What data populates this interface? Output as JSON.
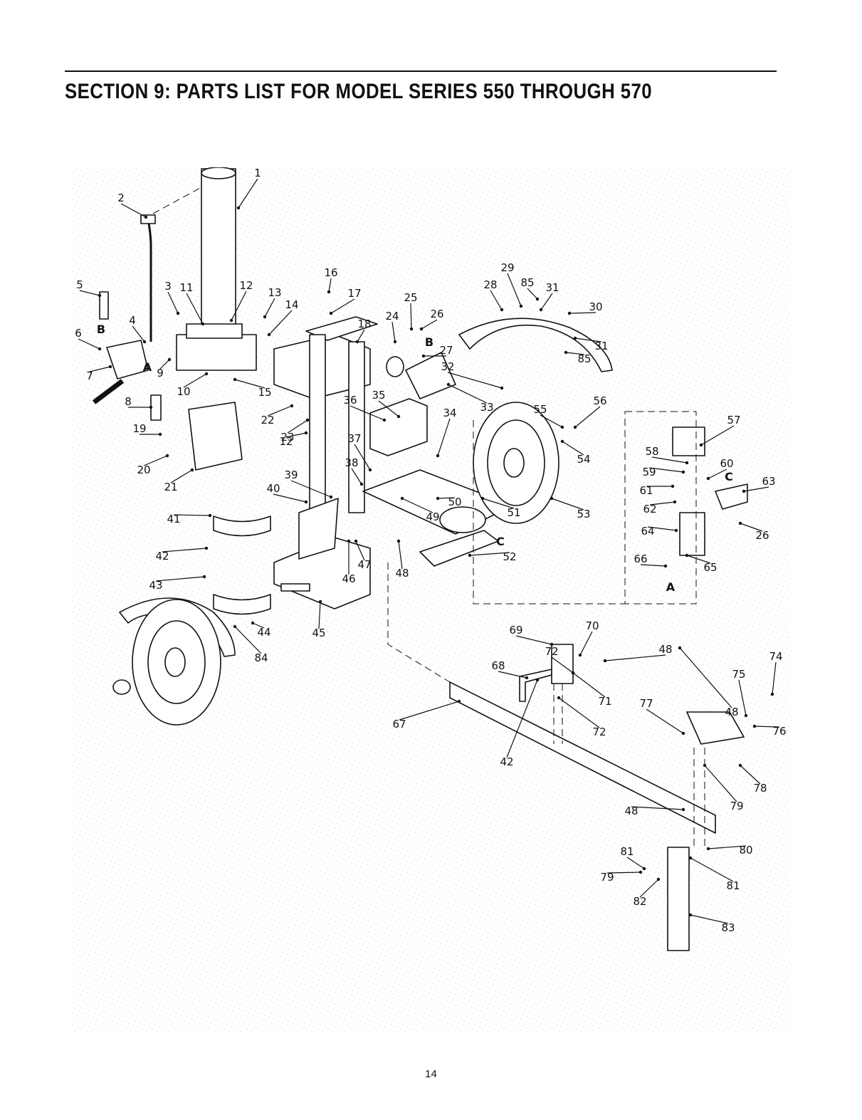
{
  "document": {
    "section_title": "SECTION 9:  PARTS LIST FOR MODEL SERIES 550 THROUGH 570",
    "page_number": "14"
  },
  "diagram": {
    "callouts": [
      "1",
      "2",
      "3",
      "4",
      "5",
      "6",
      "7",
      "8",
      "9",
      "10",
      "11",
      "12",
      "12",
      "13",
      "14",
      "15",
      "16",
      "17",
      "18",
      "19",
      "20",
      "21",
      "22",
      "23",
      "24",
      "25",
      "26",
      "26",
      "27",
      "28",
      "29",
      "30",
      "31",
      "31",
      "32",
      "33",
      "34",
      "35",
      "36",
      "37",
      "38",
      "39",
      "40",
      "41",
      "42",
      "42",
      "43",
      "44",
      "45",
      "46",
      "47",
      "48",
      "48",
      "48",
      "48",
      "49",
      "50",
      "51",
      "52",
      "53",
      "54",
      "55",
      "56",
      "57",
      "58",
      "59",
      "60",
      "61",
      "62",
      "63",
      "64",
      "65",
      "66",
      "67",
      "68",
      "69",
      "70",
      "71",
      "72",
      "72",
      "74",
      "75",
      "76",
      "77",
      "78",
      "79",
      "79",
      "80",
      "81",
      "81",
      "82",
      "83",
      "84",
      "85",
      "85"
    ],
    "letter_markers": [
      "A",
      "A",
      "B",
      "B",
      "C",
      "C"
    ]
  }
}
